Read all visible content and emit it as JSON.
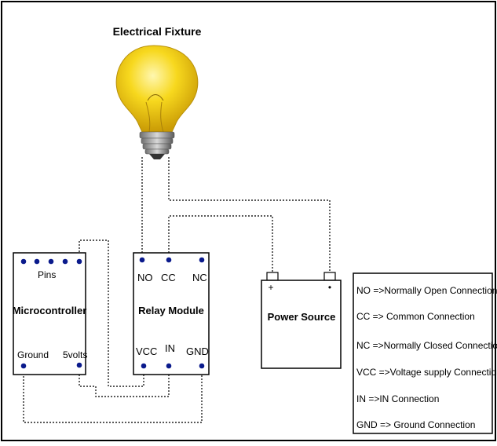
{
  "diagram": {
    "title": "Electrical Fixture",
    "microcontroller": {
      "label": "Microcontroller",
      "pins_label": "Pins",
      "ground_label": "Ground",
      "five_volts_label": "5volts"
    },
    "relay": {
      "label": "Relay Module",
      "no_label": "NO",
      "cc_label": "CC",
      "nc_label": "NC",
      "vcc_label": "VCC",
      "in_label": "IN",
      "gnd_label": "GND"
    },
    "power": {
      "label": "Power Source",
      "plus": "+",
      "minus": "•"
    },
    "legend": {
      "items": [
        "NO =>Normally Open Connection",
        "CC => Common Connection",
        "NC =>Normally Closed Connection",
        "VCC =>Voltage supply Connection",
        "IN =>IN Connection",
        "GND => Ground Connection"
      ]
    }
  },
  "colors": {
    "pin_dot": "#0a1a8c",
    "bulb_glass": "#f5d21a",
    "bulb_edge": "#b8900a",
    "wire": "#222222",
    "base_metal": "#9a9a9a"
  }
}
